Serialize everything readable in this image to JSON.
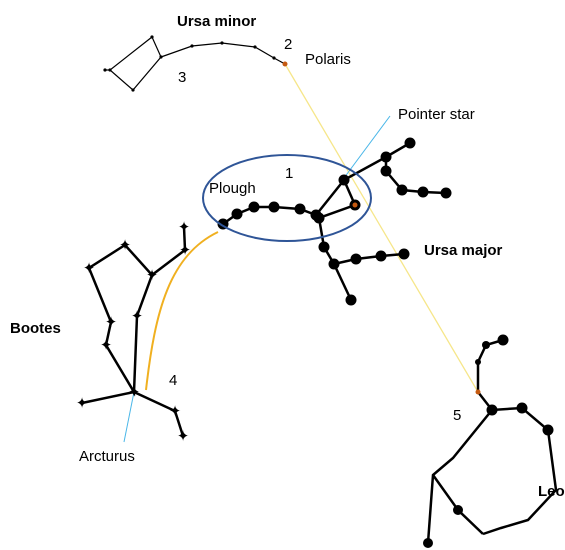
{
  "labels": {
    "ursa_minor": "Ursa minor",
    "ursa_major": "Ursa major",
    "bootes": "Bootes",
    "leo": "Leo",
    "polaris": "Polaris",
    "pointer_star": "Pointer star",
    "plough": "Plough",
    "arcturus": "Arcturus"
  },
  "numbers": {
    "n1": "1",
    "n2": "2",
    "n3": "3",
    "n4": "4",
    "n5": "5"
  },
  "colors": {
    "star": "#000000",
    "line": "#000000",
    "ellipse": "#2f5597",
    "pointer_line": "#f6e68a",
    "arc_line": "#f0b020",
    "leader_line": "#49b6e8",
    "highlight_star": "#c55a11"
  }
}
